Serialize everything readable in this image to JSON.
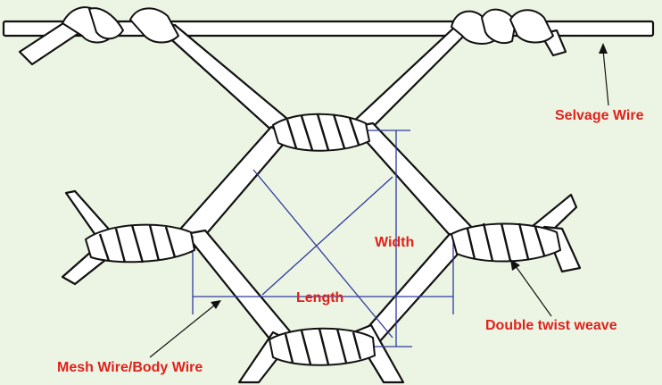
{
  "labels": {
    "selvage": "Selvage Wire",
    "width": "Width",
    "length": "Length",
    "double_twist": "Double twist weave",
    "mesh_wire": "Mesh Wire/Body Wire"
  },
  "colors": {
    "background": "#ecf5e3",
    "label": "#e0211c",
    "dimension": "#2f3a9e",
    "wire_fill": "#ffffff",
    "wire_outline": "#111111"
  }
}
